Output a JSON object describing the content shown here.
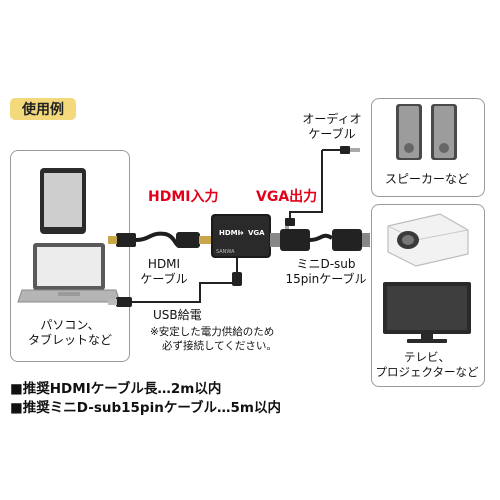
{
  "badge": "使用例",
  "labels": {
    "hdmi_input": "HDMI入力",
    "vga_output": "VGA出力",
    "audio_cable": [
      "オーディオ",
      "ケーブル"
    ],
    "hdmi_cable": [
      "HDMI",
      "ケーブル"
    ],
    "mini_dsub_cable": [
      "ミニD-sub",
      "15pinケーブル"
    ],
    "usb_power": "USB給電",
    "usb_note": [
      "※安定した電力供給のため",
      "必ず接続してください。"
    ],
    "pc_tablet": [
      "パソコン、",
      "タブレットなど"
    ],
    "speakers": "スピーカーなど",
    "tv_projector": [
      "テレビ、",
      "プロジェクターなど"
    ],
    "device_left_text": "HDMI",
    "device_right_text": "VGA",
    "device_logo": "SANWA"
  },
  "notes": [
    "■推奨HDMIケーブル長…2m以内",
    "■推奨ミニD-sub15pinケーブル…5m以内"
  ],
  "colors": {
    "badge_bg": "#f3d97c",
    "accent_red": "#e2001a"
  }
}
